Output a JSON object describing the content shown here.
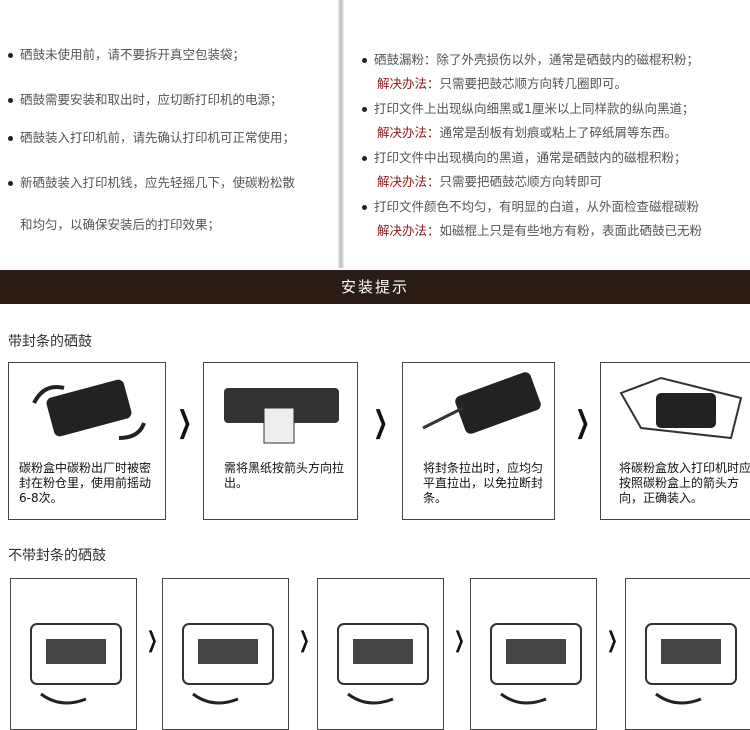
{
  "notes_left": [
    "硒鼓未使用前，请不要拆开真空包装袋；",
    "硒鼓需要安装和取出时，应切断打印机的电源；",
    "硒鼓装入打印机前，请先确认打印机可正常使用；",
    "新硒鼓装入打印机钱，应先轻摇几下，使碳粉松散",
    "和均匀，以确保安装后的打印效果；"
  ],
  "notes_right": [
    {
      "problem": "硒鼓漏粉：除了外壳损伤以外，通常是硒鼓内的磁棍积粉；",
      "label": "解决办法：",
      "solution": "只需要把鼓芯顺方向转几圈即可。"
    },
    {
      "problem": "打印文件上出现纵向细黑或1厘米以上同样款的纵向黑道；",
      "label": "解决办法：",
      "solution": "通常是刮板有划痕或粘上了碎纸屑等东西。"
    },
    {
      "problem": "打印文件中出现横向的黑道，通常是硒鼓内的磁棍积粉；",
      "label": "解决办法：",
      "solution": "只需要把硒鼓芯顺方向转即可"
    },
    {
      "problem": "打印文件颜色不均匀，有明显的白道，从外面检查磁棍碳粉",
      "label": "解决办法：",
      "solution": "如磁棍上只是有些地方有粉，表面此硒鼓已无粉"
    }
  ],
  "band_title": "安装提示",
  "section1_title": "带封条的硒鼓",
  "section1_steps": [
    "碳粉盒中碳粉出厂时被密封在粉仓里，使用前摇动6-8次。",
    "需将黑纸按箭头方向拉出。",
    "将封条拉出时，应均匀平直拉出，以免拉断封条。",
    "将碳粉盒放入打印机时应按照碳粉盒上的箭头方向，正确装入。"
  ],
  "section2_title": "不带封条的硒鼓",
  "chevron": "❯"
}
